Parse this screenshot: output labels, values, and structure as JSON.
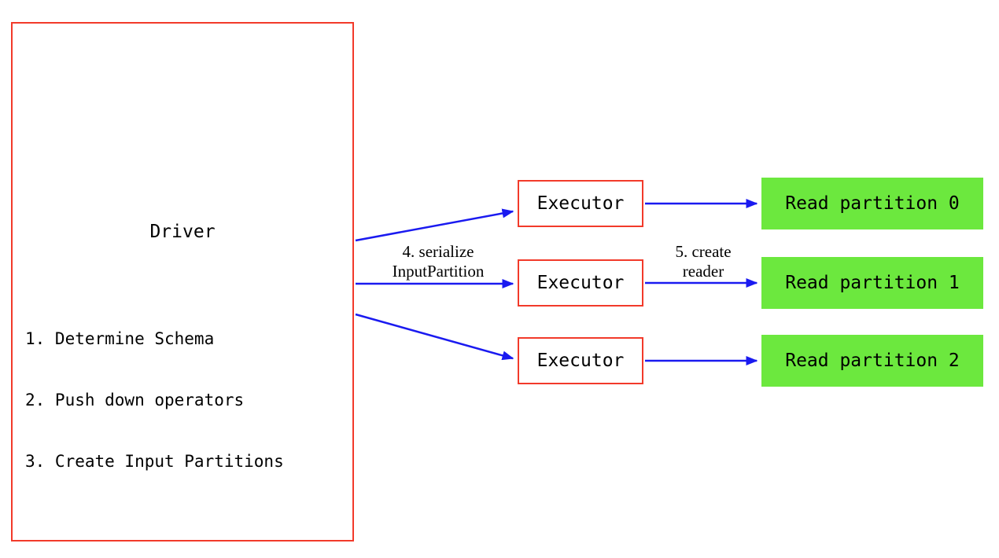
{
  "diagram": {
    "driver": {
      "title": "Driver",
      "steps": [
        "1. Determine Schema",
        "2. Push down operators",
        "3. Create Input Partitions"
      ]
    },
    "executors": [
      {
        "label": "Executor"
      },
      {
        "label": "Executor"
      },
      {
        "label": "Executor"
      }
    ],
    "partitions": [
      {
        "label": "Read partition 0"
      },
      {
        "label": "Read partition 1"
      },
      {
        "label": "Read partition 2"
      }
    ],
    "annotations": {
      "serialize_line1": "4. serialize",
      "serialize_line2": "InputPartition",
      "reader_line1": "5. create",
      "reader_line2": "reader"
    },
    "colors": {
      "box_border": "#f23a2a",
      "partition_fill": "#6ce83e",
      "arrow": "#1a1af0",
      "text": "#000000"
    }
  }
}
